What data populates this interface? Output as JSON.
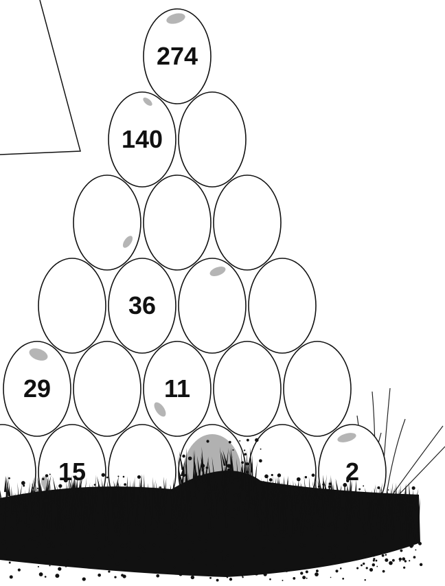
{
  "puzzle": {
    "type": "number-pyramid",
    "rows": [
      [
        "274"
      ],
      [
        "140",
        ""
      ],
      [
        "",
        "",
        ""
      ],
      [
        "",
        "36",
        "",
        ""
      ],
      [
        "29",
        "",
        "11",
        "",
        ""
      ],
      [
        "",
        "15",
        "",
        "",
        "",
        "2"
      ]
    ]
  },
  "colors": {
    "egg_fill": "#ffffff",
    "egg_stroke": "#111111",
    "egg_highlight": "#b5b5b5",
    "grass": "#111111",
    "shaded_egg": "#a9a9a9"
  },
  "icons": {
    "speech_frame": "speech-bubble-frame",
    "ground": "grass-tuft"
  }
}
